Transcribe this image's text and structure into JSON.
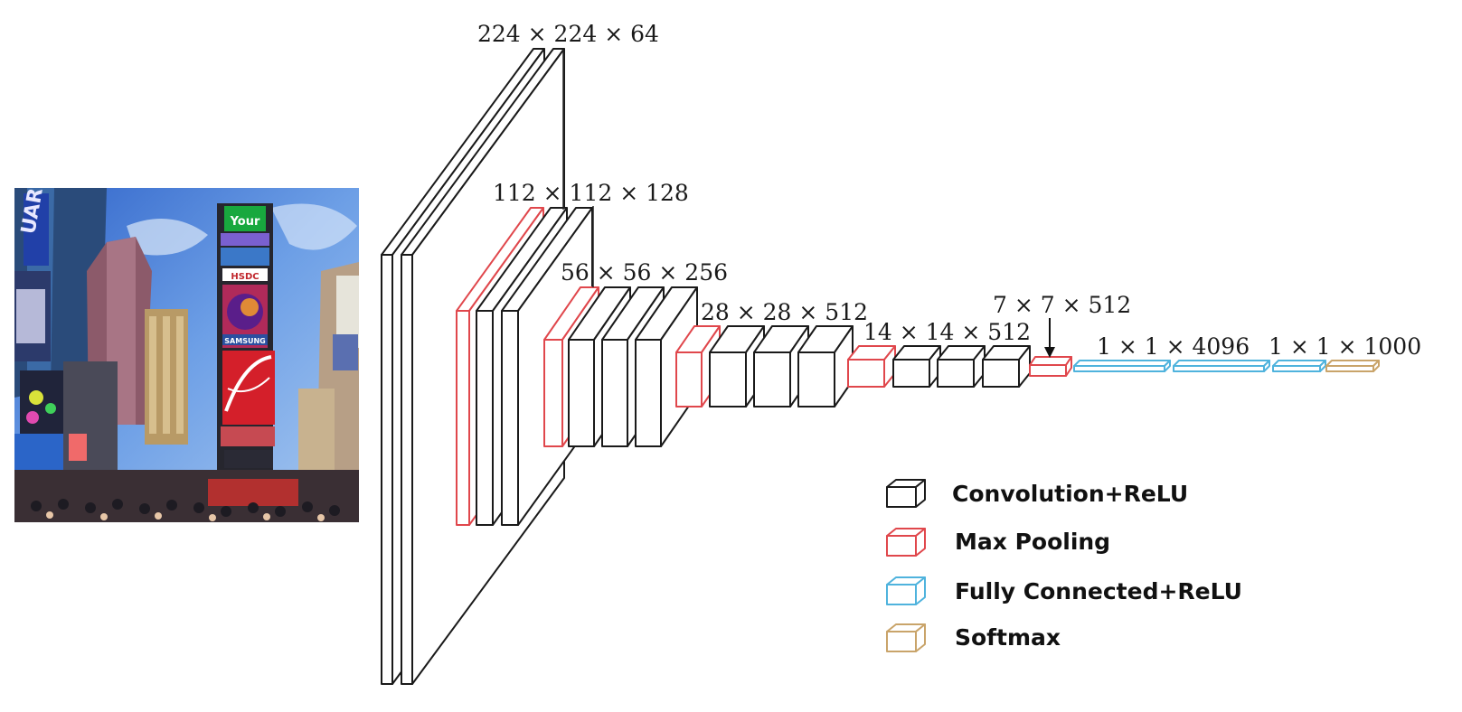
{
  "photo": {
    "billboard_texts": [
      "Your",
      "HSDC",
      "SAMSUNG",
      "UARF"
    ]
  },
  "dimension_labels": [
    "224 × 224 × 64",
    "112 × 112 × 128",
    "56 × 56 × 256",
    "28 × 28 × 512",
    "14 × 14 × 512",
    "7 × 7 × 512",
    "1 × 1 × 4096",
    "1 × 1 × 1000"
  ],
  "legend": [
    {
      "label": "Convolution+ReLU",
      "color": "#1a1a1a"
    },
    {
      "label": "Max Pooling",
      "color": "#e0474c"
    },
    {
      "label": "Fully Connected+ReLU",
      "color": "#4fb3dd"
    },
    {
      "label": "Softmax",
      "color": "#c9a46a"
    }
  ],
  "colors": {
    "conv": "#1a1a1a",
    "pool": "#e0474c",
    "fc": "#4fb3dd",
    "softmax": "#c9a46a"
  }
}
